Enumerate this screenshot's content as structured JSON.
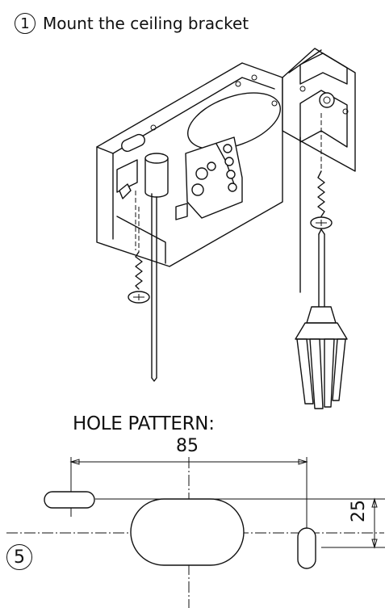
{
  "step": {
    "number": "1",
    "title": "Mount the ceiling bracket"
  },
  "hole_pattern": {
    "title": "HOLE PATTERN:",
    "width_dim": "85",
    "height_dim": "25"
  },
  "page_badge": "5"
}
